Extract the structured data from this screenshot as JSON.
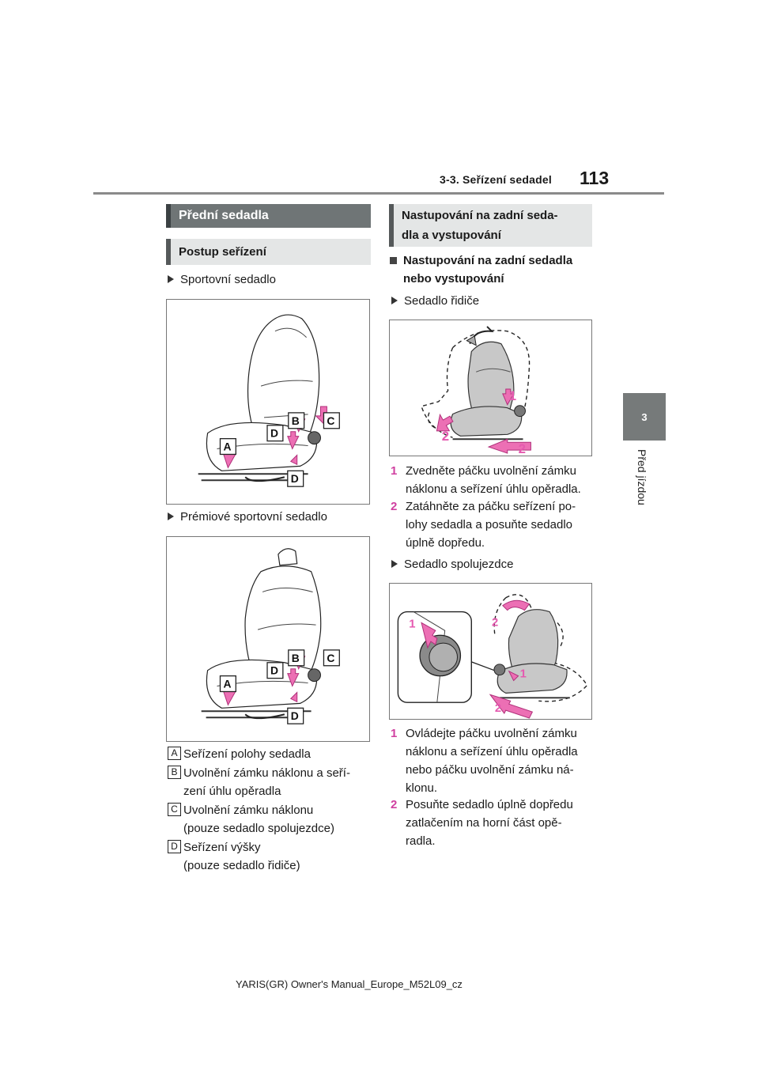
{
  "header": {
    "section": "3-3. Seřízení sedadel",
    "page_number": "113"
  },
  "side_tab": {
    "chapter_number": "3",
    "chapter_title": "Před jízdou"
  },
  "left": {
    "section_title": "Přední sedadla",
    "subsection_title": "Postup seřízení",
    "sport_seat_label": "Sportovní sedadlo",
    "premium_seat_label": "Prémiové sportovní sedadlo",
    "figure_labels": [
      "A",
      "B",
      "C",
      "D",
      "D"
    ],
    "legend": [
      {
        "key": "A",
        "text": "Seřízení polohy sedadla"
      },
      {
        "key": "B",
        "text": "Uvolnění zámku náklonu a seří-",
        "text2": "zení úhlu opěradla"
      },
      {
        "key": "C",
        "text": "Uvolnění zámku náklonu",
        "text2": "(pouze sedadlo spolujezdce)"
      },
      {
        "key": "D",
        "text": "Seřízení výšky",
        "text2": "(pouze sedadlo řidiče)"
      }
    ]
  },
  "right": {
    "section_title_line1": "Nastupování na zadní seda-",
    "section_title_line2": "dla a vystupování",
    "heading_line1": "Nastupování na zadní sedadla",
    "heading_line2": "nebo vystupování",
    "driver_seat_label": "Sedadlo řidiče",
    "driver_steps": [
      {
        "num": "1",
        "lines": [
          "Zvedněte páčku uvolnění zámku",
          "náklonu a seřízení úhlu opěradla."
        ]
      },
      {
        "num": "2",
        "lines": [
          "Zatáhněte za páčku seřízení po-",
          "lohy sedadla a posuňte sedadlo",
          "úplně dopředu."
        ]
      }
    ],
    "passenger_seat_label": "Sedadlo spolujezdce",
    "passenger_steps": [
      {
        "num": "1",
        "lines": [
          "Ovládejte páčku uvolnění zámku",
          "náklonu a seřízení úhlu opěradla",
          "nebo páčku uvolnění zámku ná-",
          "klonu."
        ]
      },
      {
        "num": "2",
        "lines": [
          "Posuňte sedadlo úplně dopředu",
          "zatlačením na horní část opě-",
          "radla."
        ]
      }
    ],
    "figure_numbers": [
      "1",
      "2",
      "2"
    ]
  },
  "footer": {
    "text": "YARIS(GR) Owner's Manual_Europe_M52L09_cz"
  },
  "colors": {
    "accent_pink": "#e55ab0",
    "bar_dark": "#6f7576",
    "bar_light": "#e4e6e6"
  }
}
